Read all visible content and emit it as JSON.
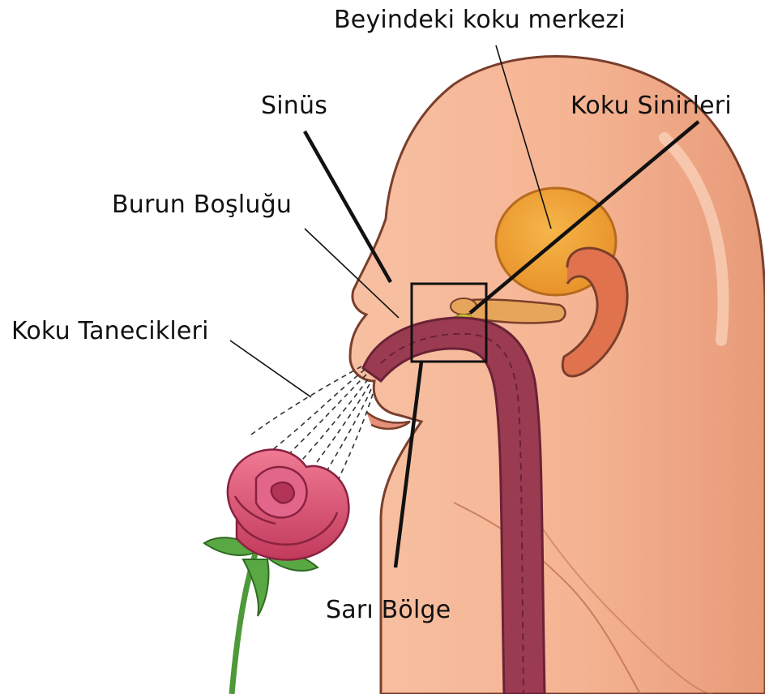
{
  "labels": {
    "brain_center": "Beyindeki koku merkezi",
    "sinus": "Sinüs",
    "olfactory_nerves": "Koku Sinirleri",
    "nasal_cavity": "Burun Boşluğu",
    "odor_particles": "Koku Tanecikleri",
    "yellow_region": "Sarı Bölge"
  },
  "colors": {
    "skin": "#f5b493",
    "skin_dark": "#e2906c",
    "outline": "#7a3f2c",
    "nasal_passage": "#9b3b52",
    "brain_center": "#f1a53a",
    "olfactory_bulb": "#e6a55a",
    "yellow_region": "#d8d83a",
    "rose_petal": "#e15a78",
    "rose_dark": "#a8304d",
    "stem": "#4e9a3a",
    "leader_line": "#111111"
  }
}
